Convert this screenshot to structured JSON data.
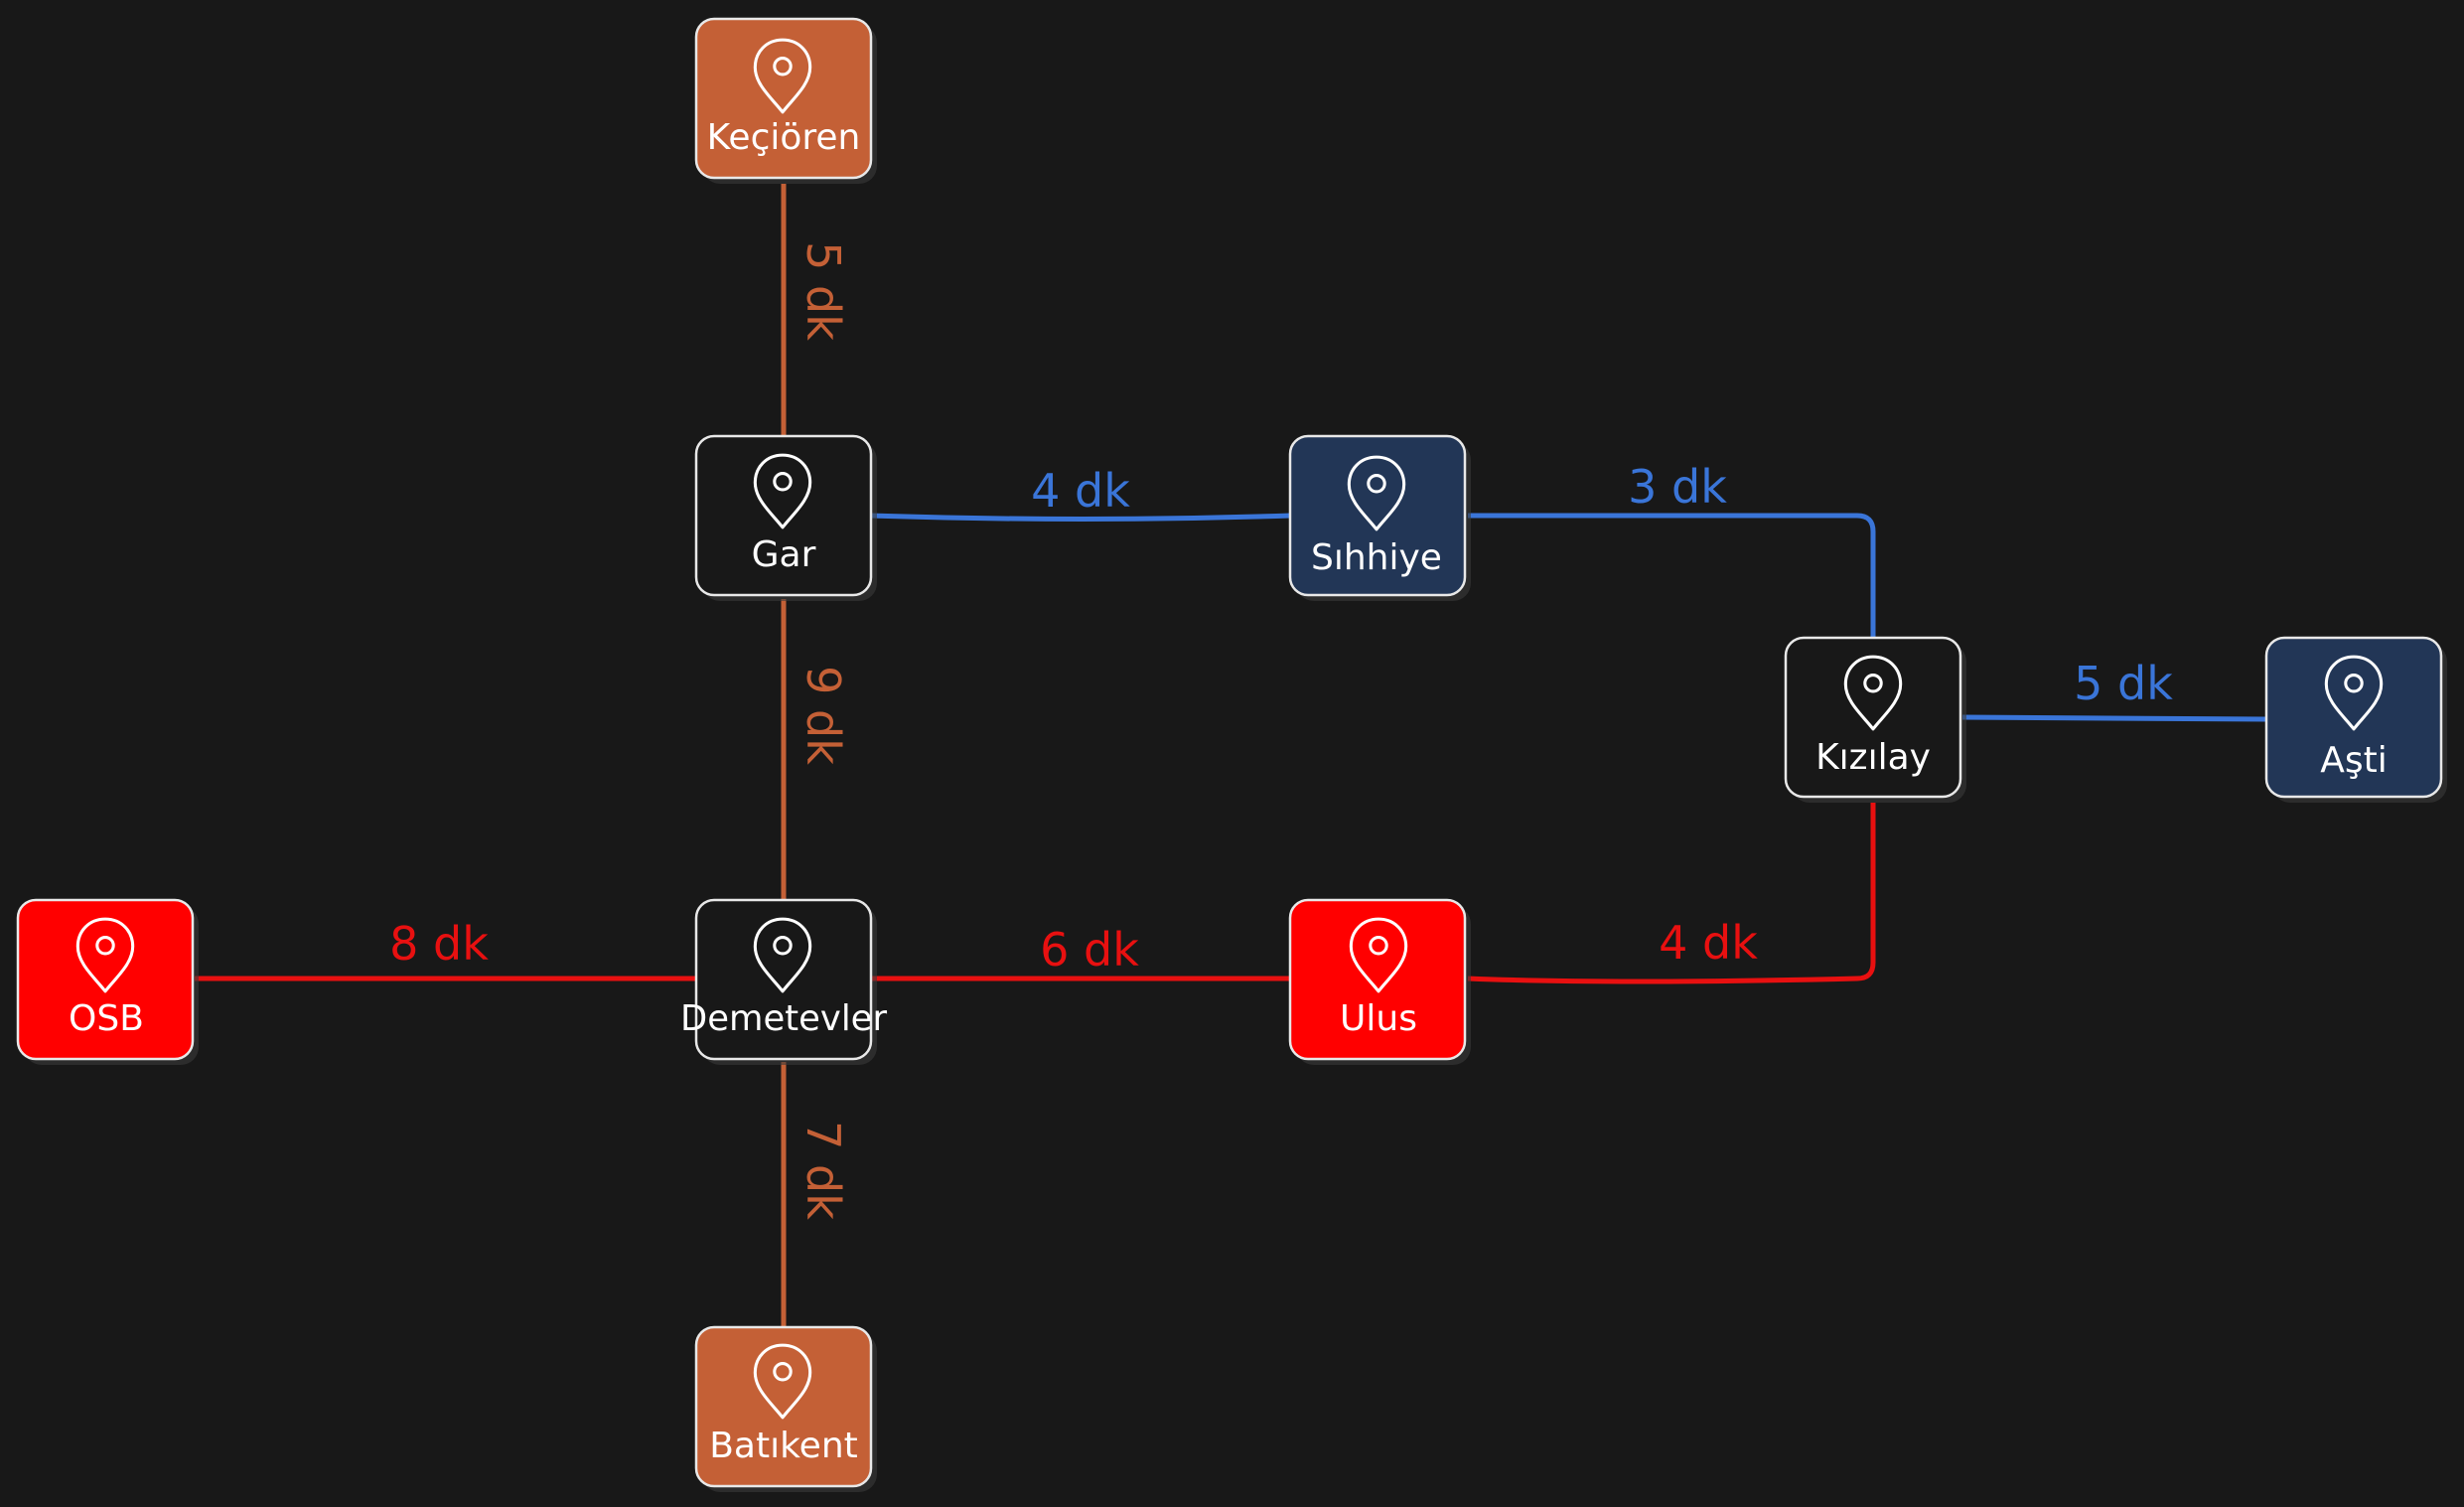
{
  "colors": {
    "background": "#181818",
    "orange": "#c46036",
    "blue": "#3a75d8",
    "red": "#e81010",
    "navy": "#223656",
    "black_node": "#181818",
    "node_border": "#e8e8e8"
  },
  "nodes": {
    "kecioren": {
      "label": "Keçiören",
      "fill": "#c46036",
      "icon": "map-pin-icon"
    },
    "gar": {
      "label": "Gar",
      "fill": "#181818",
      "icon": "map-pin-icon"
    },
    "sihhiye": {
      "label": "Sıhhiye",
      "fill": "#223656",
      "icon": "map-pin-icon"
    },
    "kizilay": {
      "label": "Kızılay",
      "fill": "#181818",
      "icon": "map-pin-icon"
    },
    "asti": {
      "label": "Aşti",
      "fill": "#223656",
      "icon": "map-pin-icon"
    },
    "osb": {
      "label": "OSB",
      "fill": "#ff0000",
      "icon": "map-pin-icon"
    },
    "demetevler": {
      "label": "Demetevler",
      "fill": "#181818",
      "icon": "map-pin-icon"
    },
    "ulus": {
      "label": "Ulus",
      "fill": "#ff0000",
      "icon": "map-pin-icon"
    },
    "batikent": {
      "label": "Batıkent",
      "fill": "#c46036",
      "icon": "map-pin-icon"
    }
  },
  "edges": {
    "kecioren_gar": {
      "from": "Keçiören",
      "to": "Gar",
      "label": "5 dk",
      "color": "#c46036"
    },
    "gar_demetevler": {
      "from": "Gar",
      "to": "Demetevler",
      "label": "9 dk",
      "color": "#c46036"
    },
    "demetevler_batikent": {
      "from": "Demetevler",
      "to": "Batıkent",
      "label": "7 dk",
      "color": "#c46036"
    },
    "gar_sihhiye": {
      "from": "Gar",
      "to": "Sıhhiye",
      "label": "4 dk",
      "color": "#3a75d8"
    },
    "sihhiye_kizilay": {
      "from": "Sıhhiye",
      "to": "Kızılay",
      "label": "3 dk",
      "color": "#3a75d8"
    },
    "kizilay_asti": {
      "from": "Kızılay",
      "to": "Aşti",
      "label": "5 dk",
      "color": "#3a75d8"
    },
    "osb_demetevler": {
      "from": "OSB",
      "to": "Demetevler",
      "label": "8 dk",
      "color": "#e81010"
    },
    "demetevler_ulus": {
      "from": "Demetevler",
      "to": "Ulus",
      "label": "6 dk",
      "color": "#e81010"
    },
    "ulus_kizilay": {
      "from": "Ulus",
      "to": "Kızılay",
      "label": "4 dk",
      "color": "#e81010"
    }
  }
}
